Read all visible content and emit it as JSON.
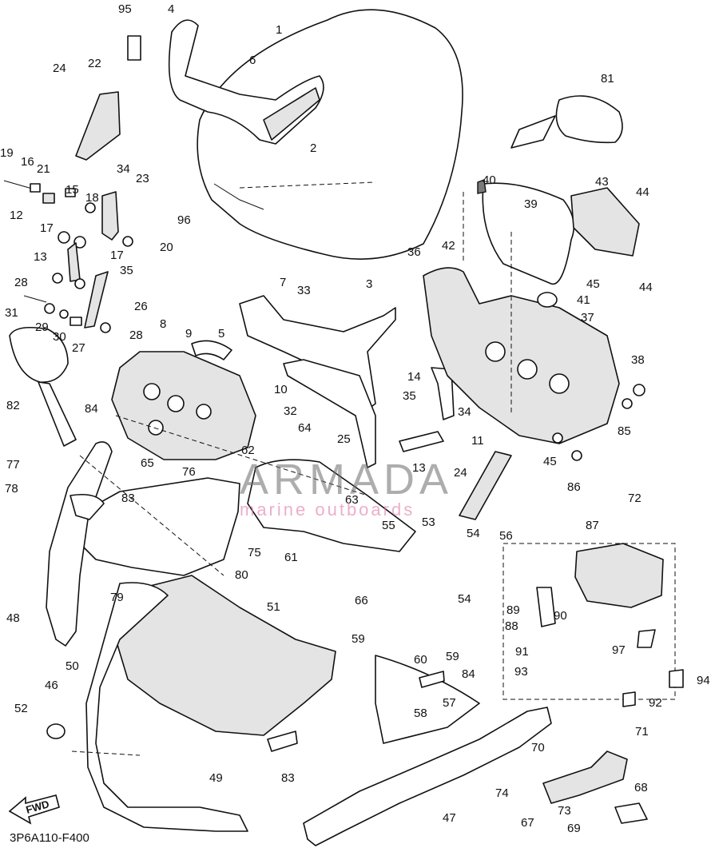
{
  "diagram_code": "3P6A110-F400",
  "fwd_label": "FWD",
  "watermark": {
    "brand": "ARMADA",
    "tagline": "marine outboards"
  },
  "callouts": [
    {
      "id": "95",
      "label": "95"
    },
    {
      "id": "4",
      "label": "4"
    },
    {
      "id": "1",
      "label": "1"
    },
    {
      "id": "24a",
      "label": "24"
    },
    {
      "id": "22",
      "label": "22"
    },
    {
      "id": "6",
      "label": "6"
    },
    {
      "id": "81",
      "label": "81"
    },
    {
      "id": "19",
      "label": "19"
    },
    {
      "id": "16",
      "label": "16"
    },
    {
      "id": "21",
      "label": "21"
    },
    {
      "id": "34a",
      "label": "34"
    },
    {
      "id": "23",
      "label": "23"
    },
    {
      "id": "2",
      "label": "2"
    },
    {
      "id": "15",
      "label": "15"
    },
    {
      "id": "18",
      "label": "18"
    },
    {
      "id": "12",
      "label": "12"
    },
    {
      "id": "17a",
      "label": "17"
    },
    {
      "id": "20",
      "label": "20"
    },
    {
      "id": "96",
      "label": "96"
    },
    {
      "id": "40",
      "label": "40"
    },
    {
      "id": "39",
      "label": "39"
    },
    {
      "id": "43",
      "label": "43"
    },
    {
      "id": "44a",
      "label": "44"
    },
    {
      "id": "13a",
      "label": "13"
    },
    {
      "id": "17b",
      "label": "17"
    },
    {
      "id": "35a",
      "label": "35"
    },
    {
      "id": "28a",
      "label": "28"
    },
    {
      "id": "7",
      "label": "7"
    },
    {
      "id": "33",
      "label": "33"
    },
    {
      "id": "3",
      "label": "3"
    },
    {
      "id": "36",
      "label": "36"
    },
    {
      "id": "42",
      "label": "42"
    },
    {
      "id": "45a",
      "label": "45"
    },
    {
      "id": "44b",
      "label": "44"
    },
    {
      "id": "41",
      "label": "41"
    },
    {
      "id": "31",
      "label": "31"
    },
    {
      "id": "26",
      "label": "26"
    },
    {
      "id": "29",
      "label": "29"
    },
    {
      "id": "30",
      "label": "30"
    },
    {
      "id": "27",
      "label": "27"
    },
    {
      "id": "28b",
      "label": "28"
    },
    {
      "id": "8",
      "label": "8"
    },
    {
      "id": "9",
      "label": "9"
    },
    {
      "id": "5",
      "label": "5"
    },
    {
      "id": "37",
      "label": "37"
    },
    {
      "id": "38",
      "label": "38"
    },
    {
      "id": "10",
      "label": "10"
    },
    {
      "id": "14",
      "label": "14"
    },
    {
      "id": "82",
      "label": "82"
    },
    {
      "id": "35b",
      "label": "35"
    },
    {
      "id": "84a",
      "label": "84"
    },
    {
      "id": "32",
      "label": "32"
    },
    {
      "id": "34b",
      "label": "34"
    },
    {
      "id": "85",
      "label": "85"
    },
    {
      "id": "25",
      "label": "25"
    },
    {
      "id": "64",
      "label": "64"
    },
    {
      "id": "62",
      "label": "62"
    },
    {
      "id": "11",
      "label": "11"
    },
    {
      "id": "45b",
      "label": "45"
    },
    {
      "id": "13b",
      "label": "13"
    },
    {
      "id": "77",
      "label": "77"
    },
    {
      "id": "65",
      "label": "65"
    },
    {
      "id": "76",
      "label": "76"
    },
    {
      "id": "24b",
      "label": "24"
    },
    {
      "id": "86",
      "label": "86"
    },
    {
      "id": "78",
      "label": "78"
    },
    {
      "id": "83a",
      "label": "83"
    },
    {
      "id": "63",
      "label": "63"
    },
    {
      "id": "72",
      "label": "72"
    },
    {
      "id": "55",
      "label": "55"
    },
    {
      "id": "53",
      "label": "53"
    },
    {
      "id": "54a",
      "label": "54"
    },
    {
      "id": "56",
      "label": "56"
    },
    {
      "id": "87",
      "label": "87"
    },
    {
      "id": "75",
      "label": "75"
    },
    {
      "id": "61",
      "label": "61"
    },
    {
      "id": "80",
      "label": "80"
    },
    {
      "id": "79",
      "label": "79"
    },
    {
      "id": "66",
      "label": "66"
    },
    {
      "id": "89",
      "label": "89"
    },
    {
      "id": "90",
      "label": "90"
    },
    {
      "id": "54b",
      "label": "54"
    },
    {
      "id": "48",
      "label": "48"
    },
    {
      "id": "51",
      "label": "51"
    },
    {
      "id": "88",
      "label": "88"
    },
    {
      "id": "59a",
      "label": "59"
    },
    {
      "id": "60",
      "label": "60"
    },
    {
      "id": "59b",
      "label": "59"
    },
    {
      "id": "91",
      "label": "91"
    },
    {
      "id": "97",
      "label": "97"
    },
    {
      "id": "50",
      "label": "50"
    },
    {
      "id": "84b",
      "label": "84"
    },
    {
      "id": "93",
      "label": "93"
    },
    {
      "id": "94",
      "label": "94"
    },
    {
      "id": "46",
      "label": "46"
    },
    {
      "id": "57",
      "label": "57"
    },
    {
      "id": "92",
      "label": "92"
    },
    {
      "id": "52",
      "label": "52"
    },
    {
      "id": "58",
      "label": "58"
    },
    {
      "id": "71",
      "label": "71"
    },
    {
      "id": "70",
      "label": "70"
    },
    {
      "id": "83b",
      "label": "83"
    },
    {
      "id": "49",
      "label": "49"
    },
    {
      "id": "74",
      "label": "74"
    },
    {
      "id": "68",
      "label": "68"
    },
    {
      "id": "47",
      "label": "47"
    },
    {
      "id": "67",
      "label": "67"
    },
    {
      "id": "73",
      "label": "73"
    },
    {
      "id": "69",
      "label": "69"
    }
  ]
}
